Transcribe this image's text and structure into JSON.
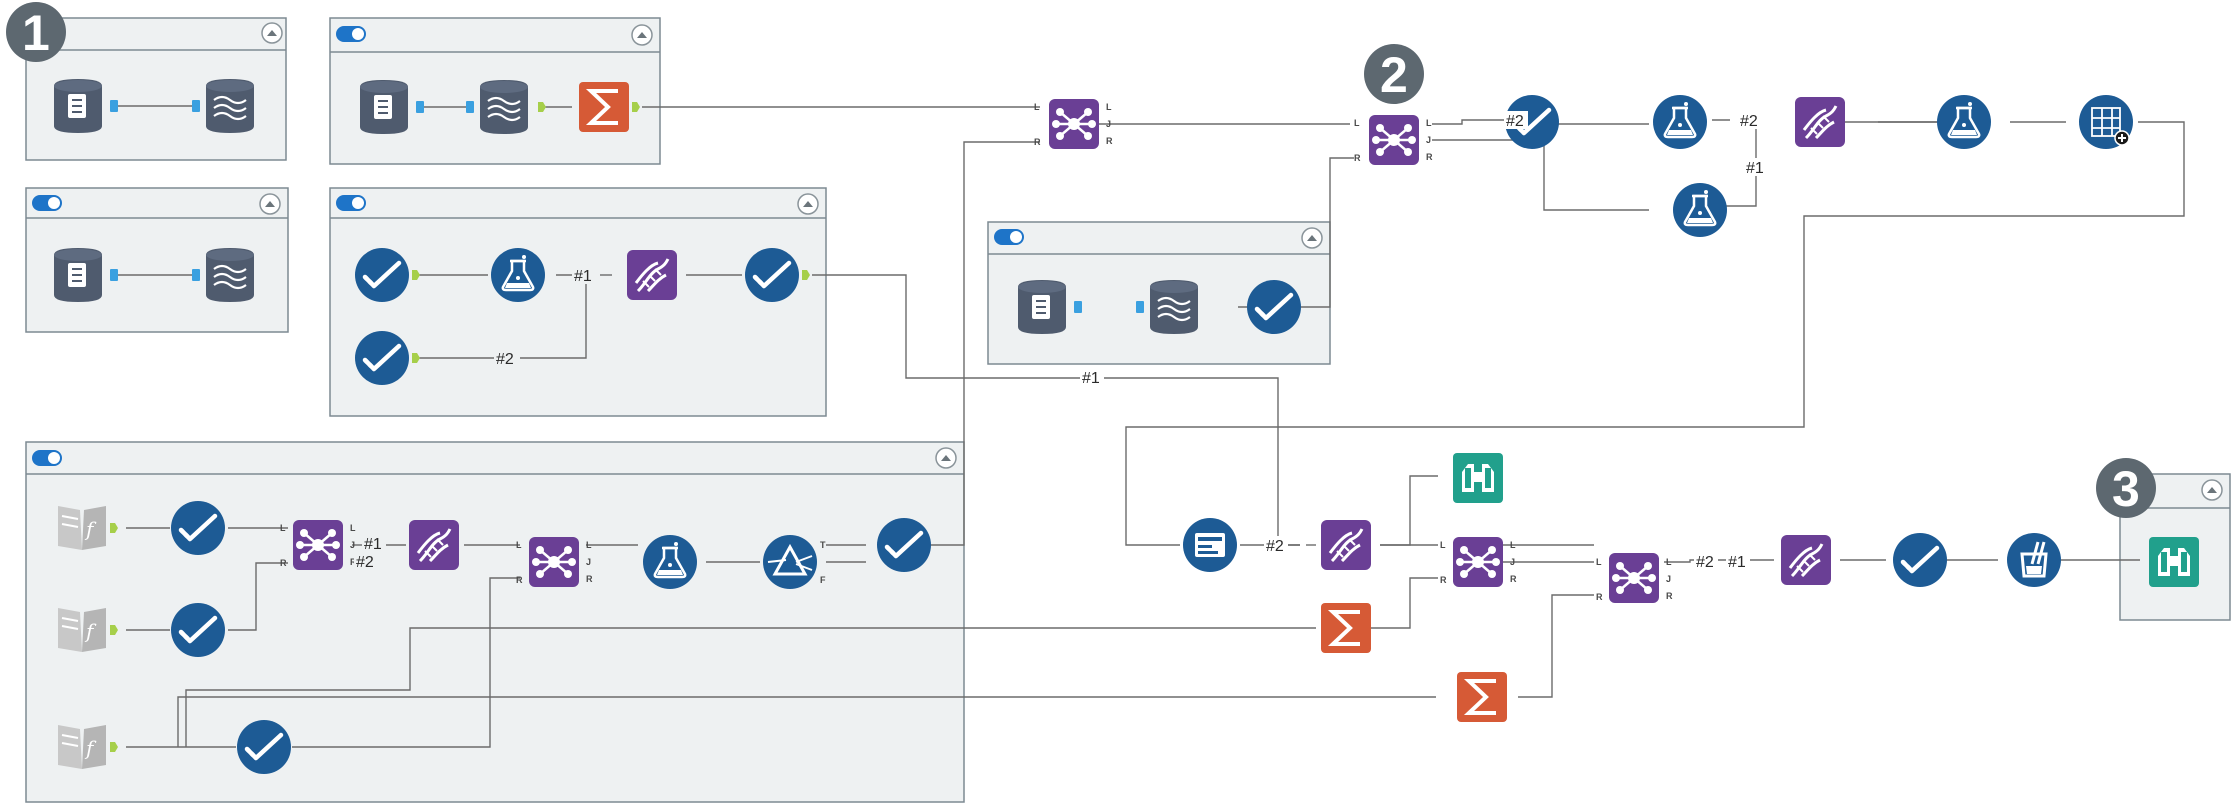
{
  "canvas": {
    "background": "#ffffff",
    "container_background": "#eef1f2",
    "container_border": "#7d8a92"
  },
  "colors": {
    "tool_blue": "#1d5b95",
    "tool_purple": "#6a3f95",
    "tool_orange": "#d65a36",
    "tool_teal": "#21a08c",
    "tool_gray": "#c4c4c4",
    "anchor_green": "#a6cf4a",
    "toggle_on": "#1e74c8",
    "badge_gray": "#5d6870",
    "wire": "#6b6b6b"
  },
  "annotations": {
    "badge_1": "1",
    "badge_2": "2",
    "badge_3": "3"
  },
  "anchor_labels": {
    "left": "L",
    "join": "J",
    "right": "R",
    "true": "T",
    "false": "F"
  },
  "connection_labels": {
    "c1": "#1",
    "c2": "#2",
    "c3": "#1",
    "c4": "#2",
    "c5": "#2",
    "c6": "#1",
    "c7": "#1",
    "c8": "#2",
    "c9": "#2",
    "c10": "#1"
  },
  "tool_icons": {
    "input": "database-input-icon",
    "output": "database-output-icon",
    "select": "select-check-icon",
    "formula": "formula-flask-icon",
    "transpose": "dna-transpose-icon",
    "join": "join-nodes-icon",
    "summarize": "summarize-sigma-icon",
    "filter": "filter-prism-icon",
    "browse": "browse-binoculars-icon",
    "text_input": "text-input-book-icon",
    "cross_tab": "crosstab-grid-icon",
    "union": "union-cup-icon",
    "dynamic_input": "dynamic-input-screen-icon"
  }
}
